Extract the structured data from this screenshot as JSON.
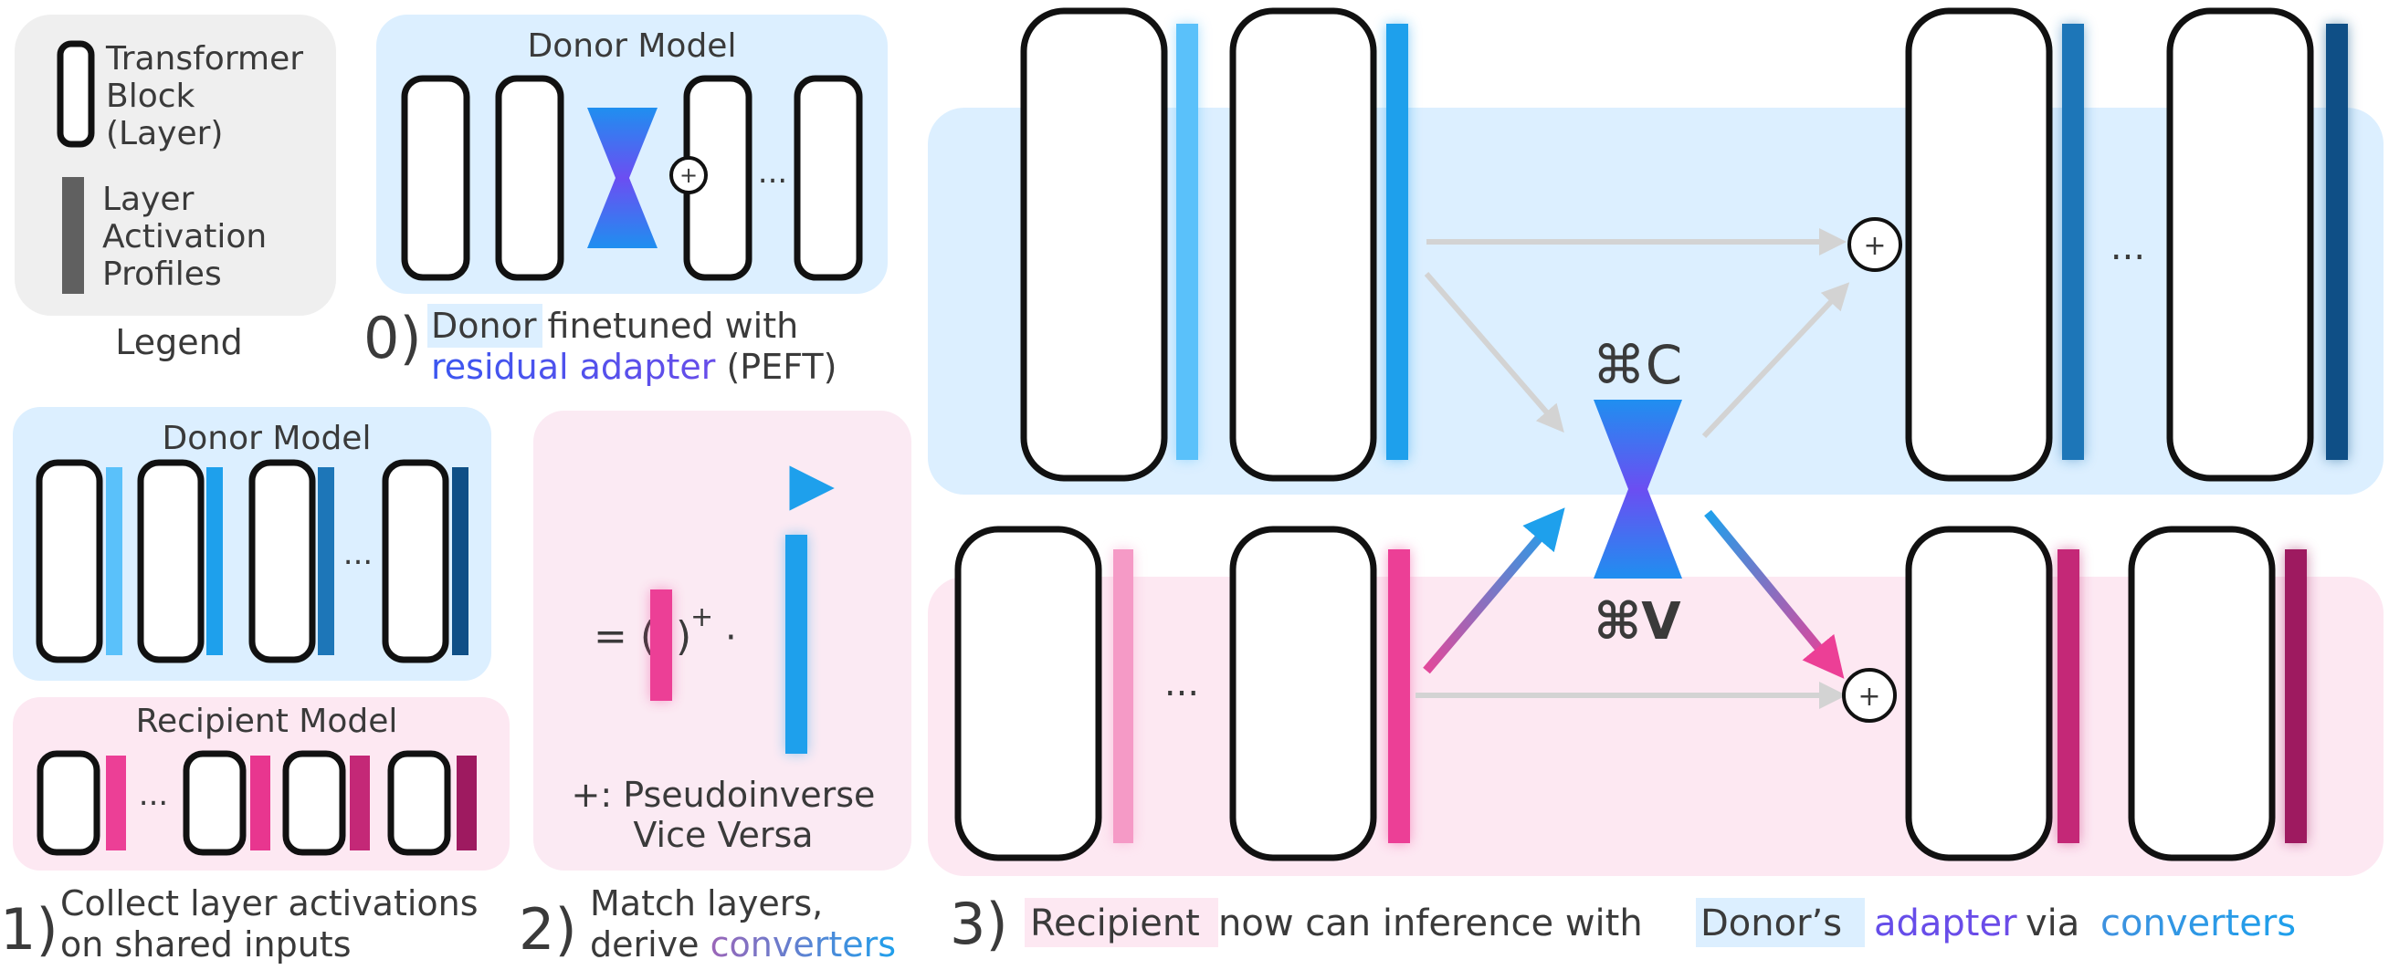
{
  "legend": {
    "block_label_lines": [
      "Transformer",
      "Block",
      "(Layer)"
    ],
    "profile_label_lines": [
      "Layer",
      "Activation",
      "Profiles"
    ],
    "caption": "Legend"
  },
  "step0": {
    "panel_title": "Donor Model",
    "ellipsis": "...",
    "plus": "+",
    "caption_num": "0)",
    "caption_word_donor": "Donor",
    "caption_rest1": " finetuned with",
    "caption_adapter": "residual adapter",
    "caption_rest2": " (PEFT)"
  },
  "step1": {
    "donor_title": "Donor Model",
    "recipient_title": "Recipient Model",
    "ellipsis": "...",
    "caption_num": "1)",
    "caption_line1": "Collect layer activations",
    "caption_line2": "on shared inputs"
  },
  "step2": {
    "formula_left": "= (",
    "formula_right": ")",
    "formula_sup": "+",
    "formula_dot": "·",
    "footnote_line1": "+: Pseudoinverse",
    "footnote_line2": "Vice Versa",
    "caption_num": "2)",
    "caption_line1": "Match layers,",
    "caption_line2_a": "derive ",
    "caption_line2_b": "converters"
  },
  "step3": {
    "copy_label": "⌘C",
    "paste_label": "⌘V",
    "plus": "+",
    "ellipsis": "...",
    "caption_num": "3)",
    "caption_recipient": "Recipient",
    "caption_mid": " now can inference with ",
    "caption_donors": "Donor’s",
    "caption_adapter": "adapter",
    "caption_via": " via ",
    "caption_converters": "converters"
  },
  "colors": {
    "donor_bg": "#dcefff",
    "recipient_bg": "#fde8f2",
    "legend_bg": "#efefef",
    "adapter": "#6a4cf0",
    "converter_pink": "#ea4c9b",
    "donor_blue": "#1ea0ec",
    "dark_blue": "#0f4f86"
  }
}
